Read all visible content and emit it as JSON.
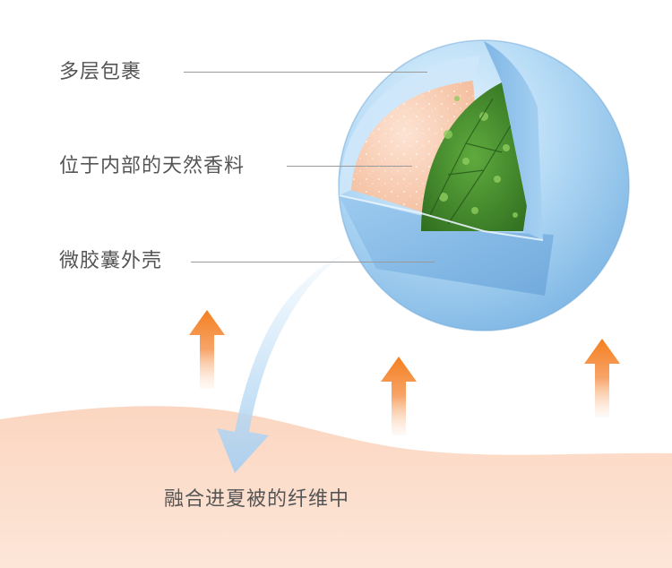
{
  "labels": {
    "multi_layer_wrap": "多层包裹",
    "inner_fragrance": "位于内部的天然香料",
    "micro_capsule_shell": "微胶囊外壳",
    "fuse_into_fiber": "融合进夏被的纤维中"
  },
  "colors": {
    "capsule_blue": "#9fd0f3",
    "capsule_blue_dark": "#6aa8dd",
    "fragrance_peach": "#f6c3a4",
    "fabric_peach": "#fbd9c6",
    "arrow_orange": "#f47f1f",
    "herb_green": "#3d8a2a"
  },
  "icons": {
    "rising_arrow": "up-arrow-icon",
    "infusion_arrow": "curved-down-arrow-icon",
    "herb": "artemisia-herb-icon"
  }
}
